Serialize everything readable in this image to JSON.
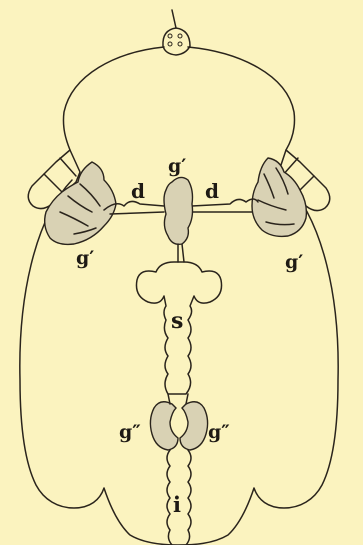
{
  "labels": {
    "d_left": "d",
    "d_right": "d",
    "g1_top": "g′",
    "g1_left": "g′",
    "g1_right": "g′",
    "s": "s",
    "g2_left": "g″",
    "g2_right": "g″",
    "i": "i"
  },
  "colors": {
    "background": "#fbf3bf",
    "ink": "#2a241c",
    "gland_fill": "#d9d2b4"
  }
}
